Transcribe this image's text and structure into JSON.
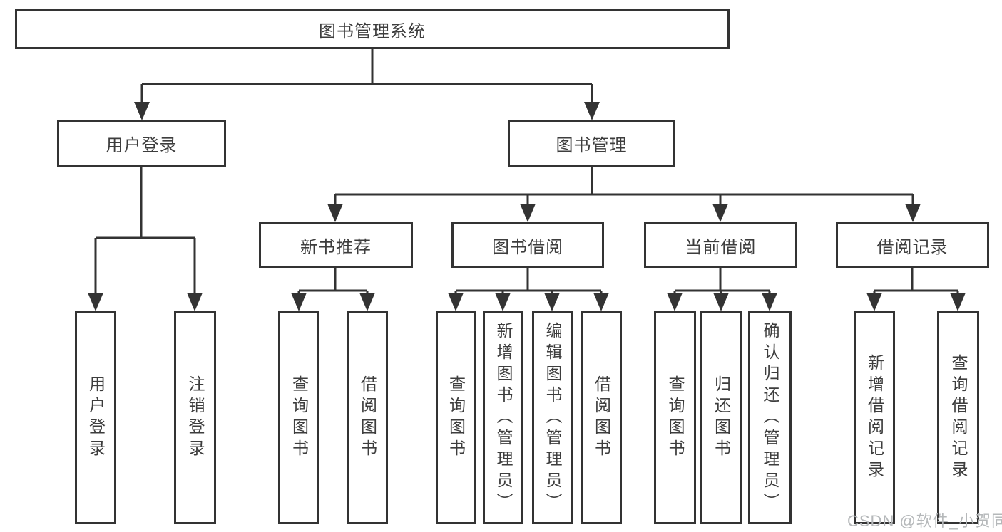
{
  "tree": {
    "label": "图书管理系统",
    "children": [
      {
        "label": "用户登录",
        "children": [
          {
            "label": "用户登录"
          },
          {
            "label": "注销登录"
          }
        ]
      },
      {
        "label": "图书管理",
        "children": [
          {
            "label": "新书推荐",
            "children": [
              {
                "label": "查询图书"
              },
              {
                "label": "借阅图书"
              }
            ]
          },
          {
            "label": "图书借阅",
            "children": [
              {
                "label": "查询图书"
              },
              {
                "label": "新增图书（管理员）"
              },
              {
                "label": "编辑图书（管理员）"
              },
              {
                "label": "借阅图书"
              }
            ]
          },
          {
            "label": "当前借阅",
            "children": [
              {
                "label": "查询图书"
              },
              {
                "label": "归还图书"
              },
              {
                "label": "确认归还（管理员）"
              }
            ]
          },
          {
            "label": "借阅记录",
            "children": [
              {
                "label": "新增借阅记录"
              },
              {
                "label": "查询借阅记录"
              }
            ]
          }
        ]
      }
    ]
  },
  "watermark": {
    "text": "CSDN @软件_小贺同学",
    "color": "#b5b8ba"
  },
  "colors": {
    "line": "#333333",
    "box_border": "#333333",
    "text": "#3d3d3d",
    "background": "#ffffff"
  }
}
